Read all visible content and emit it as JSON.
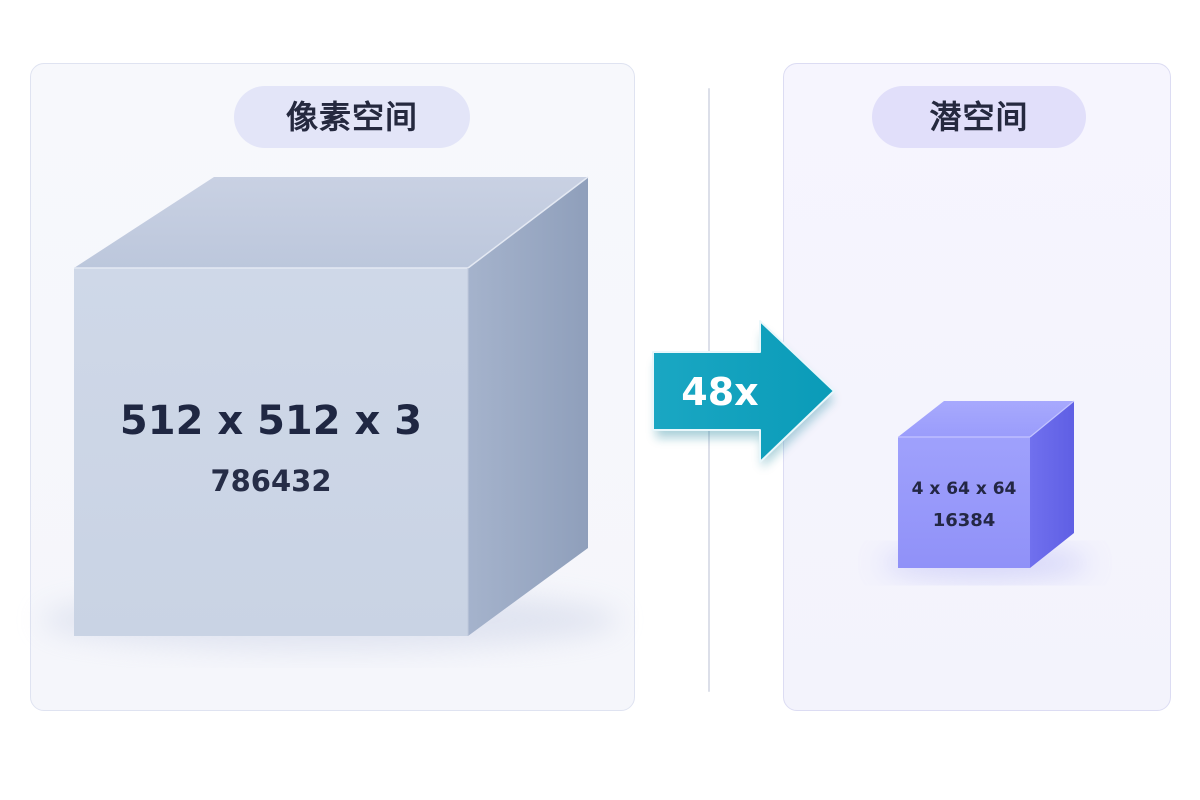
{
  "pixel_space": {
    "title": "像素空间",
    "dimensions": "512 x 512 x 3",
    "size": "786432"
  },
  "latent_space": {
    "title": "潜空间",
    "dimensions": "4 x 64 x 64",
    "size": "16384"
  },
  "compression": {
    "label": "48x"
  },
  "colors": {
    "pixel_cube_front": "#cdd6e6",
    "pixel_cube_side": "#98a7c1",
    "latent_cube_front": "#9b9dfc",
    "latent_cube_side": "#6767ea",
    "arrow": "#0e9fbd"
  }
}
